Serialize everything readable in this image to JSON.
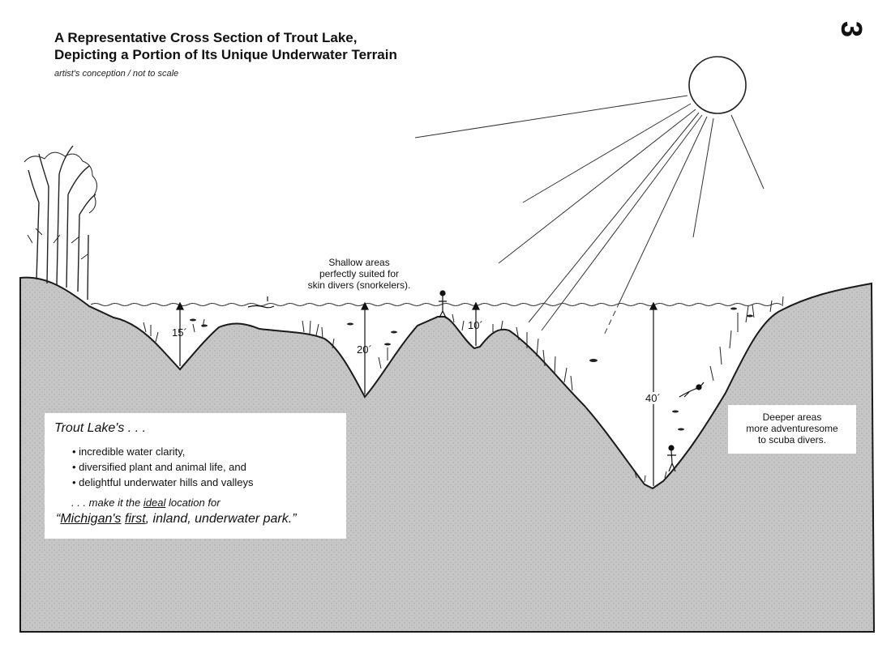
{
  "header": {
    "title_line1": "A Representative Cross Section of Trout Lake,",
    "title_line2": "Depicting a Portion of Its Unique Underwater Terrain",
    "subtitle": "artist's conception / not to scale",
    "page_number": "3"
  },
  "callouts": {
    "shallow": [
      "Shallow areas",
      "perfectly suited for",
      "skin divers (snorkelers)."
    ],
    "deep": [
      "Deeper areas",
      "more adventuresome",
      "to scuba divers."
    ]
  },
  "depths": {
    "d15": "15´",
    "d20": "20´",
    "d10": "10´",
    "d40": "40´"
  },
  "info": {
    "heading": "Trout Lake's . . .",
    "items": [
      "incredible water clarity,",
      "diversified plant and animal life, and",
      "delightful underwater hills and valleys"
    ],
    "lead_before": ". . . make it the ",
    "lead_ideal": "ideal",
    "lead_after": " location for",
    "park_quote_open": "“",
    "park_michigans": "Michigan's",
    "park_space": " ",
    "park_first": "first",
    "park_rest": ", inland, underwater park.”"
  },
  "colors": {
    "ground": "#c4c4c4",
    "water": "#ffffff",
    "ink": "#111111"
  },
  "icons": [
    "sun-icon",
    "tree-icon",
    "snorkeler-icon",
    "wading-person-icon",
    "scuba-diver-icon",
    "fish-icon"
  ]
}
